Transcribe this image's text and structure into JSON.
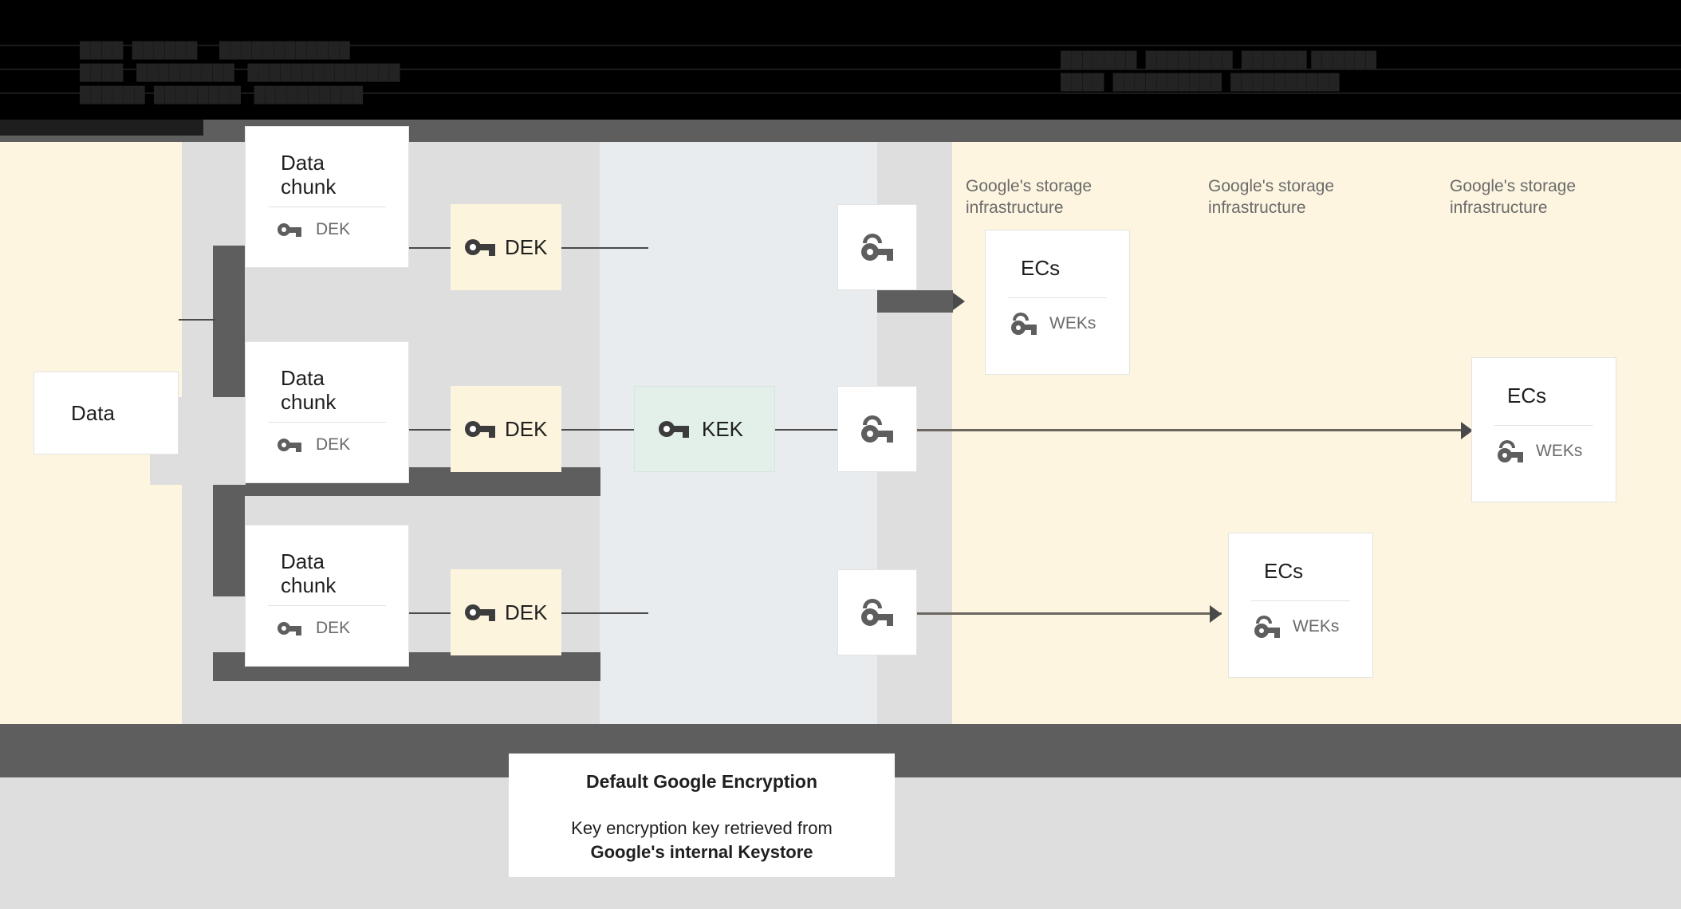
{
  "header": {
    "obscured_lines": [
      "████  ██████     ████████████",
      "████   █████████   ██████████████",
      "██████  ████████   ██████████"
    ],
    "obscured_right": [
      "███████  ████████  ██████ ██████",
      "████  ██████████  ██████████"
    ]
  },
  "diagram": {
    "source": {
      "label": "Data",
      "icon": "server-icon"
    },
    "chunks": [
      {
        "title": "Data\nchunk",
        "key_label": "DEK",
        "icon": "server-icon",
        "key_icon": "key-icon"
      },
      {
        "title": "Data\nchunk",
        "key_label": "DEK",
        "icon": "server-icon",
        "key_icon": "key-icon"
      },
      {
        "title": "Data\nchunk",
        "key_label": "DEK",
        "icon": "server-icon",
        "key_icon": "key-icon"
      }
    ],
    "deks": [
      {
        "label": "DEK",
        "icon": "key-icon"
      },
      {
        "label": "DEK",
        "icon": "key-icon"
      },
      {
        "label": "DEK",
        "icon": "key-icon"
      }
    ],
    "kek": {
      "label": "KEK",
      "icon": "key-icon",
      "color": "#e3f0ea"
    },
    "wrapped_keys": [
      {
        "icon": "wrapped-key-icon"
      },
      {
        "icon": "wrapped-key-icon"
      },
      {
        "icon": "wrapped-key-icon"
      }
    ],
    "storage_labels": [
      "Google's storage\ninfrastructure",
      "Google's storage\ninfrastructure",
      "Google's storage\ninfrastructure"
    ],
    "ecs_nodes": [
      {
        "title": "ECs",
        "key_label": "WEKs",
        "icon": "server-icon",
        "key_icon": "wrapped-key-icon"
      },
      {
        "title": "ECs",
        "key_label": "WEKs",
        "icon": "server-icon",
        "key_icon": "wrapped-key-icon"
      },
      {
        "title": "ECs",
        "key_label": "WEKs",
        "icon": "server-icon",
        "key_icon": "wrapped-key-icon"
      }
    ]
  },
  "caption": {
    "title": "Default Google Encryption",
    "line1": "Key encryption key retrieved from",
    "line2": "Google's internal Keystore"
  },
  "colors": {
    "cream_panel": "#fdf5e0",
    "blue_panel": "#e8ecee",
    "column_strip": "#dedede",
    "dark_band": "#5e5e5e",
    "kek_green": "#e3f0ea",
    "dek_yellow": "#fdf4dd",
    "icon_gray": "#5e5e5e",
    "footer_gray": "#dedede"
  }
}
